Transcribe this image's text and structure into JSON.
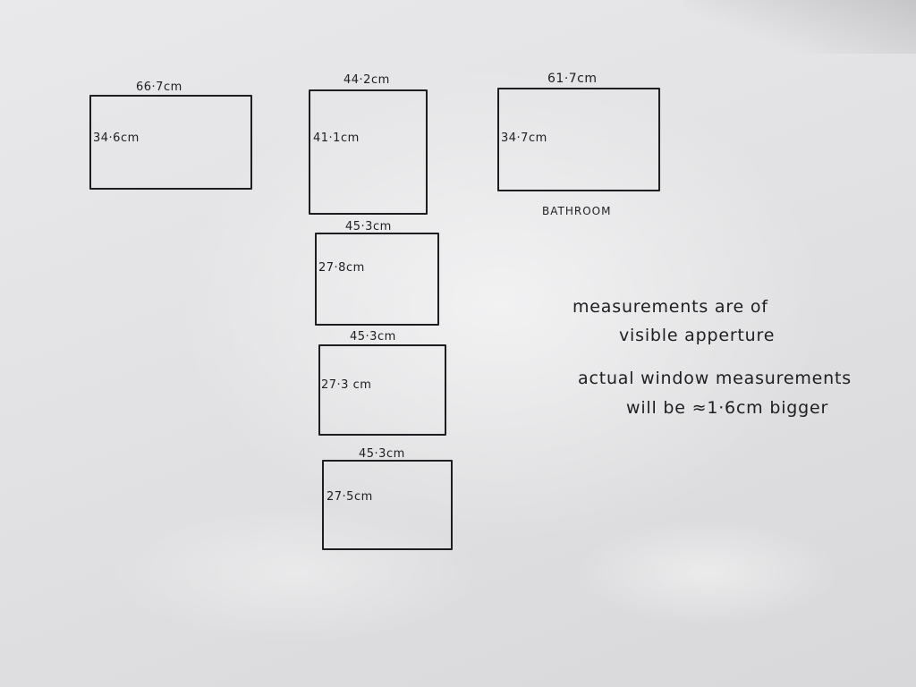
{
  "windows": [
    {
      "width": "66·7cm",
      "height": "34·6cm"
    },
    {
      "width": "44·2cm",
      "height": "41·1cm"
    },
    {
      "width": "61·7cm",
      "height": "34·7cm",
      "room": "BATHROOM"
    },
    {
      "width": "45·3cm",
      "height": "27·8cm"
    },
    {
      "width": "45·3cm",
      "height": "27·3 cm"
    },
    {
      "width": "45·3cm",
      "height": "27·5cm"
    }
  ],
  "note": [
    "measurements are of",
    "visible apperture",
    "actual window measurements",
    "will be ≈1·6cm bigger"
  ]
}
